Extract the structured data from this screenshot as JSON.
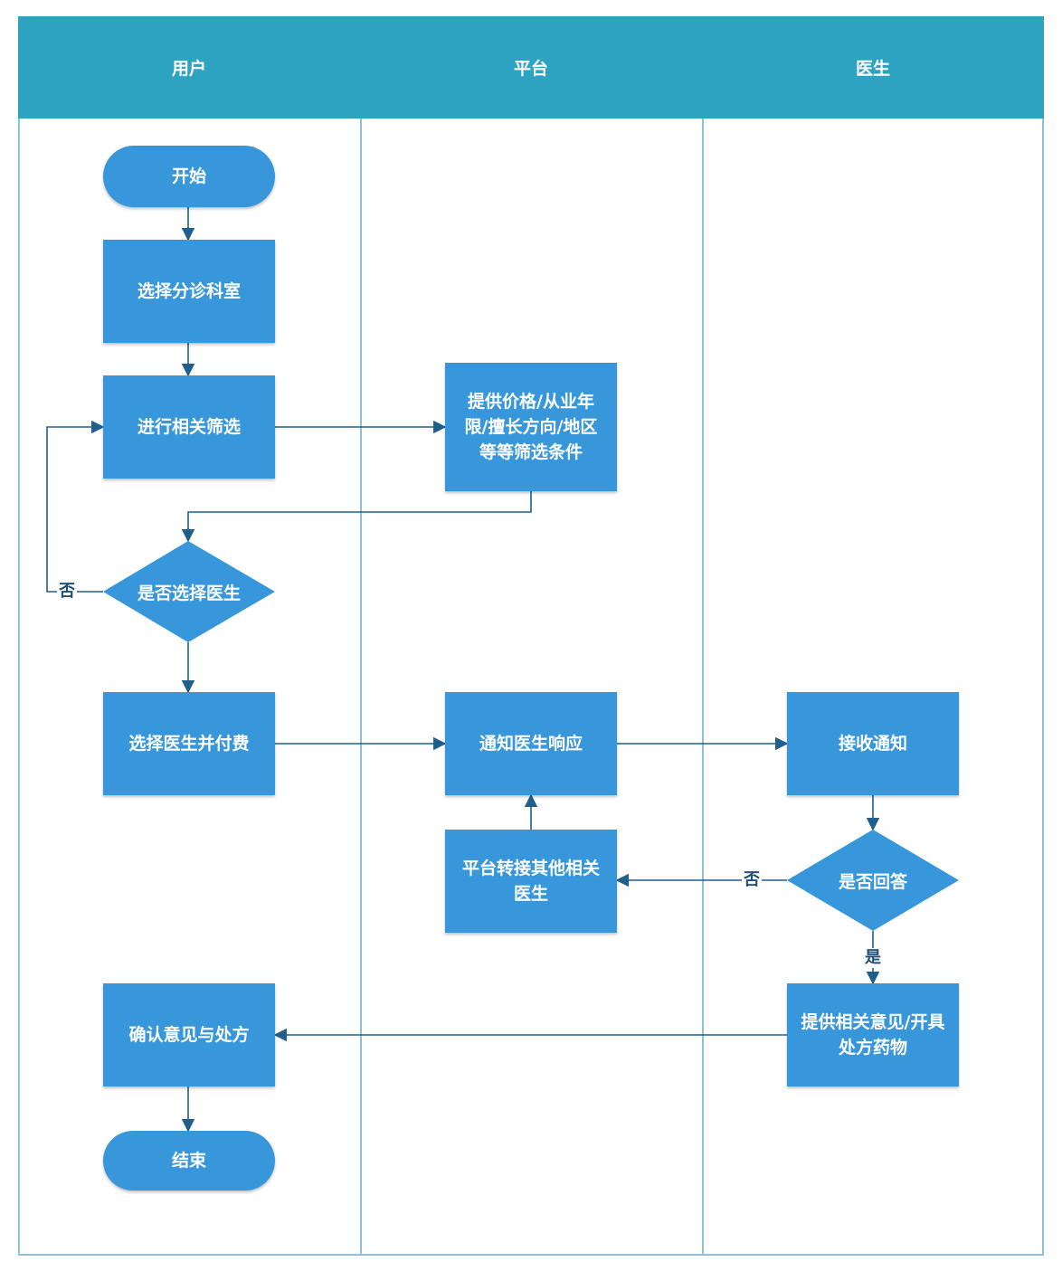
{
  "lanes": [
    {
      "title": "用户"
    },
    {
      "title": "平台"
    },
    {
      "title": "医生"
    }
  ],
  "nodes": {
    "start": "开始",
    "select_department": "选择分诊科室",
    "filter": "进行相关筛选",
    "platform_filters": "提供价格/从业年限/擅长方向/地区等等筛选条件",
    "choose_doctor_decision": "是否选择医生",
    "choose_and_pay": "选择医生并付费",
    "notify_doctor": "通知医生响应",
    "receive_notice": "接收通知",
    "answer_decision": "是否回答",
    "transfer_doctor": "平台转接其他相关医生",
    "provide_advice": "提供相关意见/开具处方药物",
    "confirm_advice": "确认意见与处方",
    "end": "结束"
  },
  "edge_labels": {
    "no_choose": "否",
    "no_answer": "否",
    "yes_answer": "是"
  },
  "colors": {
    "header": "#2ea3c1",
    "node": "#3897db",
    "edge": "#1f5f8b",
    "lane_border": "#8fc1d6"
  }
}
